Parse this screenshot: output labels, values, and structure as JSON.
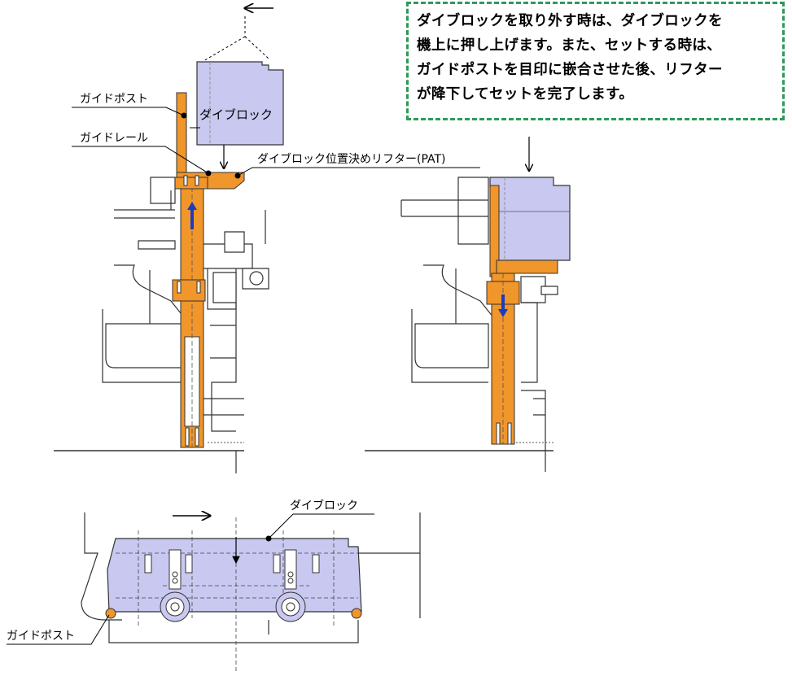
{
  "note": {
    "lines": [
      "ダイブロックを取り外す時は、ダイブロックを",
      "機上に押し上げます。また、セットする時は、",
      "ガイドポストを目印に嵌合させた後、リフター",
      "が降下してセットを完了します。"
    ]
  },
  "labels": {
    "guide_post_top": "ガイドポスト",
    "die_block_top": "ダイブロック",
    "guide_rail": "ガイドレール",
    "lifter": "ダイブロック位置決めリフター(PAT)",
    "die_block_bottom": "ダイブロック",
    "guide_post_bottom": "ガイドポスト"
  },
  "colors": {
    "die_block": "#c8c8f0",
    "guide_post": "#f0962a",
    "arrow_blue": "#1a3cc0",
    "note_border": "#2e9a5a"
  }
}
